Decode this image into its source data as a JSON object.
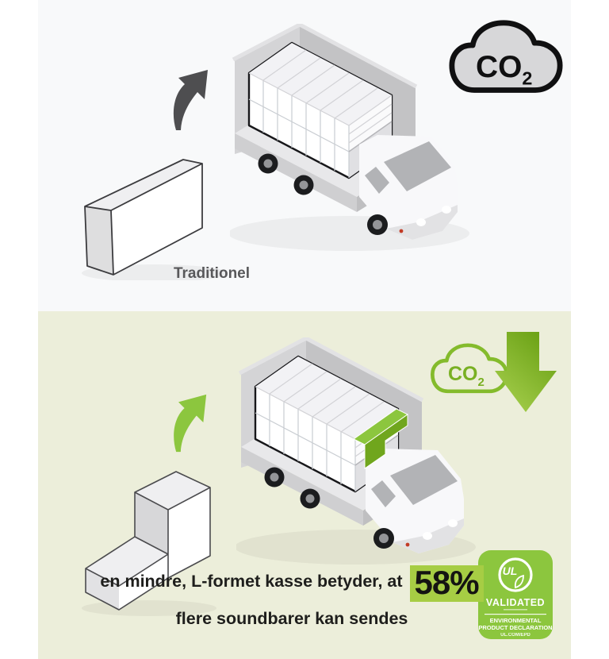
{
  "top_panel": {
    "co2": {
      "label": "CO",
      "subscript": "2"
    },
    "box_label": "Traditionel"
  },
  "bottom_panel": {
    "co2": {
      "label": "CO",
      "subscript": "2"
    },
    "caption": {
      "prefix": "en mindre, L-formet kasse betyder, at",
      "highlight": "58%",
      "line2": "flere soundbarer kan sendes"
    },
    "badge": {
      "logo": "UL",
      "validated": "VALIDATED",
      "line1": "ENVIRONMENTAL",
      "line2": "PRODUCT DECLARATION",
      "line3": "UL.COM/EPD"
    }
  },
  "colors": {
    "accent_green": "#8cc63e",
    "highlight_green": "#a6cd44",
    "panel_top_bg": "#f8f9fa",
    "panel_bottom_bg": "#eceeda",
    "text_dark": "#1e1e1c",
    "label_gray": "#58585a",
    "co2_dark": "#101011",
    "co2_green": "#84bb2c",
    "arrow_gray": "#4e4e50",
    "down_arrow_light": "#abd352",
    "down_arrow_dark": "#6ca216"
  }
}
